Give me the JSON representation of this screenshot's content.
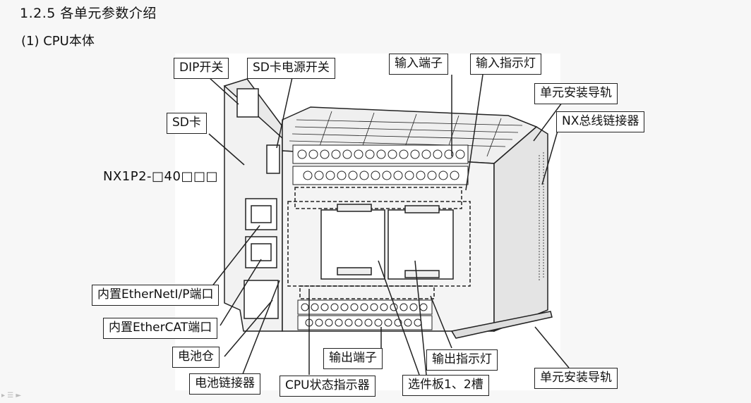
{
  "heading": "1.2.5 各单元参数介绍",
  "subheading": "(1) CPU本体",
  "model": "NX1P2-□40□□□",
  "callouts": {
    "dip_switch": "DIP开关",
    "sd_power_switch": "SD卡电源开关",
    "input_terminal": "输入端子",
    "input_indicator": "输入指示灯",
    "unit_rail_top": "单元安装导轨",
    "nx_bus_connector": "NX总线链接器",
    "sd_card": "SD卡",
    "ethernet_ip_port": "内置EtherNetI/P端口",
    "ethercat_port": "内置EtherCAT端口",
    "battery_compartment": "电池仓",
    "battery_connector": "电池链接器",
    "output_terminal": "输出端子",
    "cpu_status_indicator": "CPU状态指示器",
    "option_board_slots": "选件板1、2槽",
    "output_indicator": "输出指示灯",
    "unit_rail_bottom": "单元安装导轨"
  },
  "colors": {
    "line": "#222222",
    "device_fill": "#f2f2f2",
    "panel": "#ffffff"
  }
}
